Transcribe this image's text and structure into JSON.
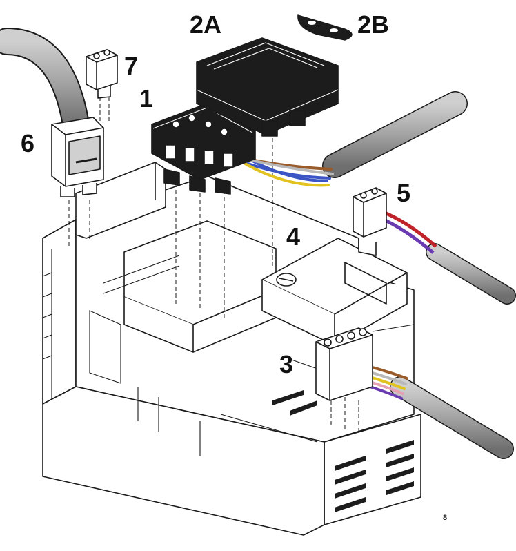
{
  "labels": {
    "part_1": "1",
    "part_2a": "2A",
    "part_2b": "2B",
    "part_3": "3",
    "part_4": "4",
    "part_5": "5",
    "part_6": "6",
    "part_7": "7",
    "page_mark": "8"
  },
  "colors": {
    "outline": "#1a1a1a",
    "cable_gray": "#9a9a9a",
    "connector_black": "#1c1c1c",
    "wire_blue": "#3b55c4",
    "wire_brown": "#9a5b2a",
    "wire_yellow": "#e2c21e",
    "wire_red": "#c0222a",
    "wire_purple": "#6a3ab0",
    "wire_pink": "#e6a0b4",
    "wire_gray": "#b8b8b8"
  }
}
